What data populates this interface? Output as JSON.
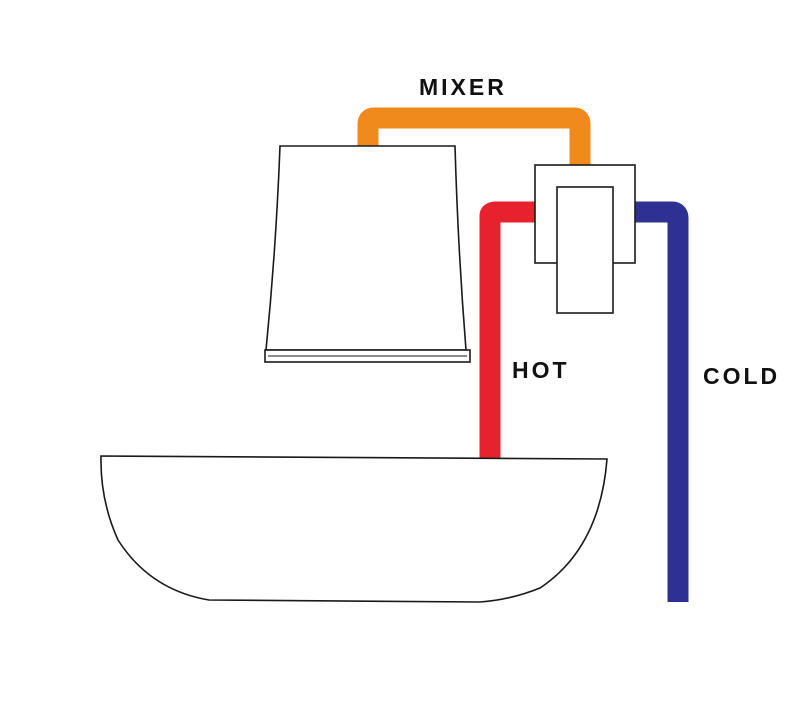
{
  "diagram": {
    "labels": {
      "mixer": "MIXER",
      "hot": "HOT",
      "cold": "COLD"
    },
    "colors": {
      "mixer_pipe": "#F08A1C",
      "hot_pipe": "#E8212E",
      "cold_pipe": "#2E3192",
      "outline": "#1A1A1A",
      "text": "#111111",
      "background": "#FFFFFF"
    },
    "components": {
      "shower_head": "shower-head",
      "mixer_valve": "mixer-valve",
      "basin": "bathtub-basin"
    }
  }
}
